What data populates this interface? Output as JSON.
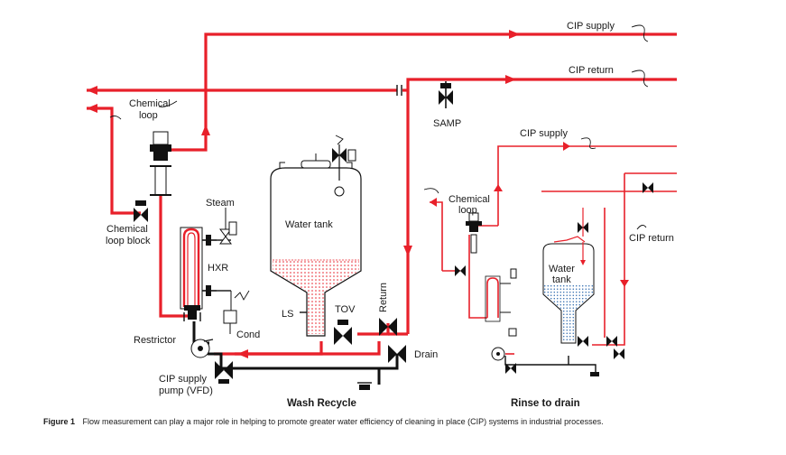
{
  "labels": {
    "cip_supply_top": "CIP supply",
    "cip_return_top": "CIP return",
    "chemical_loop_left": [
      "Chemical",
      "loop"
    ],
    "samp": "SAMP",
    "water_tank_left": "Water tank",
    "steam": "Steam",
    "chemical_loop_block": [
      "Chemical",
      "loop block"
    ],
    "hxr": "HXR",
    "ls": "LS",
    "tov": "TOV",
    "return": "Return",
    "cond": "Cond",
    "restrictor": "Restrictor",
    "drain": "Drain",
    "cip_supply_pump": [
      "CIP supply",
      "pump (VFD)"
    ],
    "wash_recycle": "Wash Recycle",
    "cip_supply_right": "CIP supply",
    "chemical_loop_right": [
      "Chemical",
      "loop"
    ],
    "cip_return_right": "CIP return",
    "water_tank_right": [
      "Water",
      "tank"
    ],
    "rinse_to_drain": "Rinse to drain"
  },
  "caption": {
    "figure": "Figure 1",
    "text": "Flow measurement can play a major role in helping to promote greater water efficiency of cleaning in place (CIP) systems in industrial processes."
  },
  "colors": {
    "supply_pipe": "#e8202a",
    "process_pipe": "#111111",
    "tank_fill": "#e8202a",
    "tank_fill_right": "#1f5fa8"
  }
}
